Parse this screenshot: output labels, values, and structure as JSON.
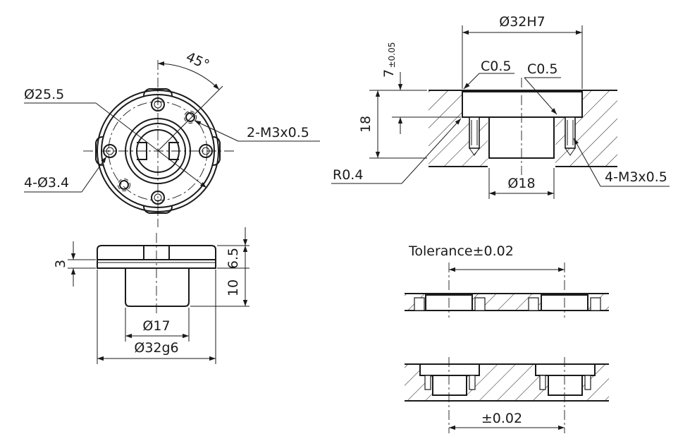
{
  "top_view": {
    "angle_label": "45°",
    "pcd_label": "Ø25.5",
    "mount_holes_label": "4-Ø3.4",
    "tapped_holes_label": "2-M3x0.5"
  },
  "side_view": {
    "flange_thickness_label": "3",
    "total_height_label": "6.5",
    "spigot_height_label": "10",
    "spigot_diameter_label": "Ø17",
    "flange_diameter_label": "Ø32g6"
  },
  "section_view": {
    "bore_label": "Ø32H7",
    "depth_label": "7",
    "depth_tolerance_label": "±0.05",
    "chamfer_left_label": "C0.5",
    "chamfer_right_label": "C0.5",
    "plate_thickness_label": "18",
    "radius_label": "R0.4",
    "inner_bore_label": "Ø18",
    "screws_label": "4-M3x0.5"
  },
  "tolerance_view": {
    "title": "Tolerance±0.02",
    "bottom_label": "±0.02"
  }
}
